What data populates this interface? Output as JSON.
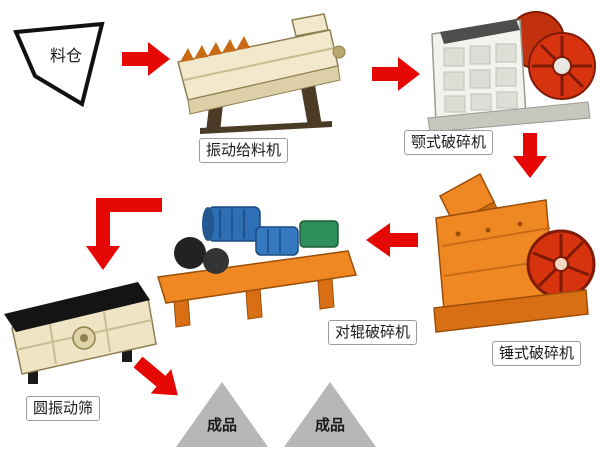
{
  "page": {
    "description": "Crushing production line flow diagram"
  },
  "nodes": {
    "silo": {
      "label": "料仓"
    },
    "feeder": {
      "label": "振动给料机"
    },
    "jaw_crusher": {
      "label": "颚式破碎机"
    },
    "hammer_crusher": {
      "label": "锤式破碎机"
    },
    "roller_crusher": {
      "label": "对辊破碎机"
    },
    "vibrating_screen": {
      "label": "圆振动筛"
    },
    "product_left": {
      "label": "成品"
    },
    "product_right": {
      "label": "成品"
    }
  },
  "edges": [
    {
      "from": "料仓",
      "to": "振动给料机"
    },
    {
      "from": "振动给料机",
      "to": "颚式破碎机"
    },
    {
      "from": "颚式破碎机",
      "to": "锤式破碎机"
    },
    {
      "from": "锤式破碎机",
      "to": "对辊破碎机"
    },
    {
      "from": "对辊破碎机",
      "to": "圆振动筛"
    },
    {
      "from": "圆振动筛",
      "to": "成品"
    }
  ],
  "colors": {
    "arrow_red": "#e50804",
    "machine_orange": "#ee7f1e",
    "machine_orange_dark": "#c96a14",
    "machine_cream": "#f2e9cd",
    "flywheel_red": "#d8330f",
    "motor_blue": "#2f6fb5",
    "motor_green": "#2f8f5b",
    "product_gray": "#b7b7b7",
    "label_border": "#9b9b9b",
    "text": "#1a1a1a",
    "background": "#ffffff"
  }
}
